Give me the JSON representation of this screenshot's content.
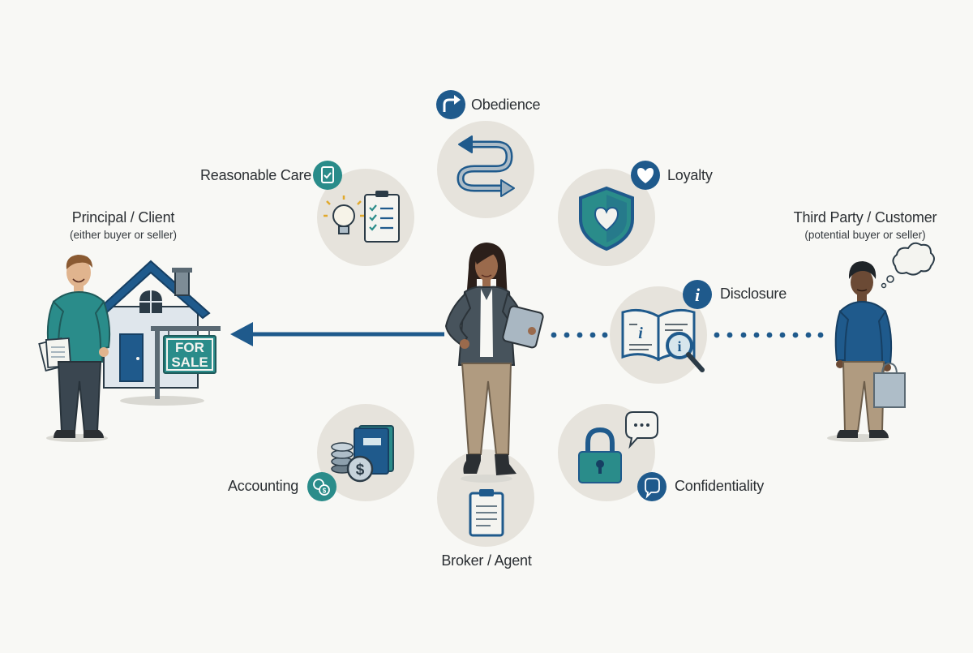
{
  "principal": {
    "title": "Principal / Client",
    "subtitle": "(either buyer or seller)"
  },
  "third_party": {
    "title": "Third Party / Customer",
    "subtitle": "(potential buyer or seller)"
  },
  "broker": {
    "label": "Broker / Agent"
  },
  "sign": {
    "line1": "FOR",
    "line2": "SALE"
  },
  "duties": {
    "obedience": "Obedience",
    "loyalty": "Loyalty",
    "reasonable_care": "Reasonable Care",
    "disclosure": "Disclosure",
    "accounting": "Accounting",
    "confidentiality": "Confidentiality"
  },
  "colors": {
    "navy": "#1f5a8c",
    "teal": "#2a8c8a",
    "circle_bg": "#e6e3dc",
    "background": "#f8f8f5"
  }
}
